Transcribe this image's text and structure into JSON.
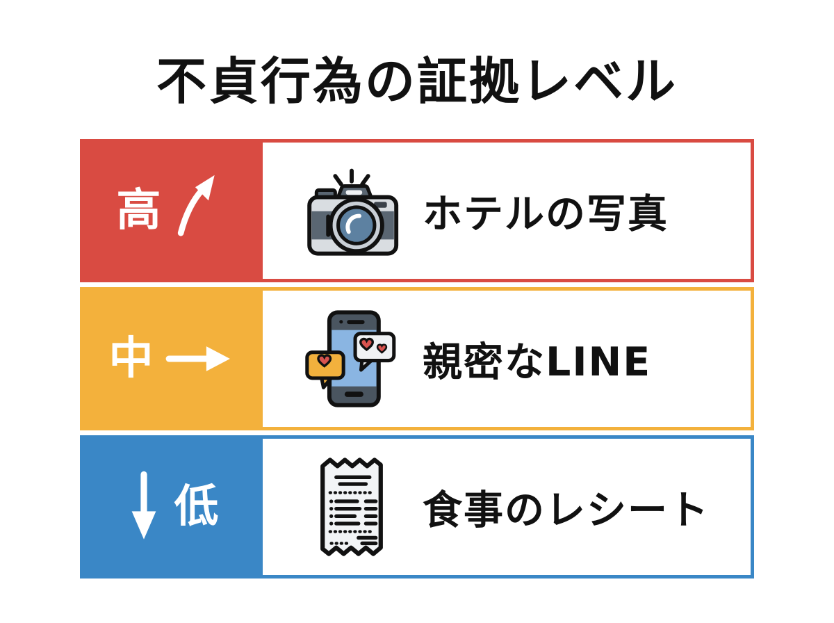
{
  "title": "不貞行為の証拠レベル",
  "colors": {
    "high": "#d94b42",
    "medium": "#f3b13c",
    "low": "#3a87c6",
    "text": "#111111",
    "background": "#ffffff",
    "phone_screen": "#8ab5e2",
    "heart": "#d9534f",
    "camera_lens": "#5d81a1",
    "icon_gray": "#5a6672"
  },
  "rows": [
    {
      "level": "高",
      "direction": "up",
      "icon": "camera-icon",
      "label": "ホテルの写真"
    },
    {
      "level": "中",
      "direction": "right",
      "icon": "smartphone-hearts-icon",
      "label": "親密なLINE"
    },
    {
      "level": "低",
      "direction": "down",
      "icon": "receipt-icon",
      "label": "食事のレシート"
    }
  ]
}
